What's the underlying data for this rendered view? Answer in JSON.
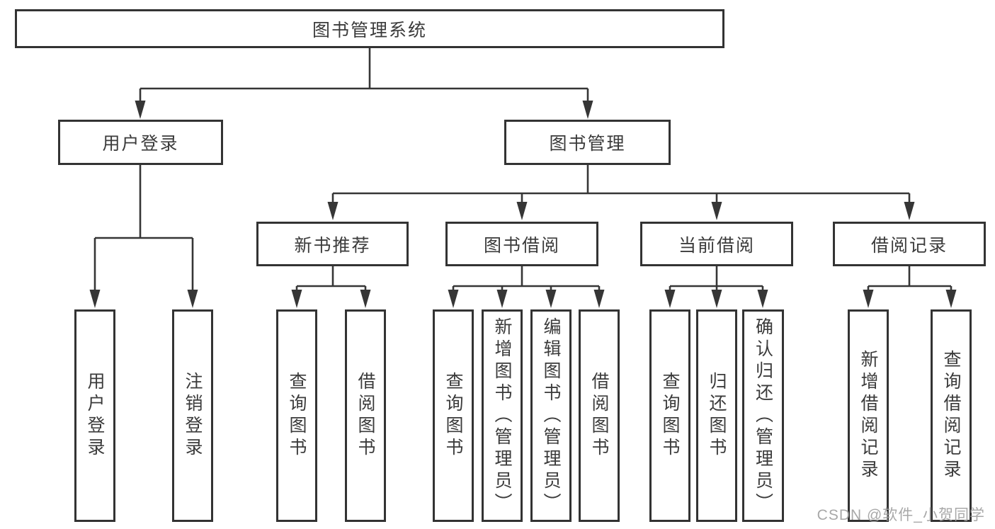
{
  "diagram": {
    "title": "图书管理系统",
    "tree": {
      "root": {
        "label": "图书管理系统",
        "children": [
          {
            "label": "用户登录",
            "children": [
              {
                "label": "用户登录"
              },
              {
                "label": "注销登录"
              }
            ]
          },
          {
            "label": "图书管理",
            "children": [
              {
                "label": "新书推荐",
                "children": [
                  {
                    "label": "查询图书"
                  },
                  {
                    "label": "借阅图书"
                  }
                ]
              },
              {
                "label": "图书借阅",
                "children": [
                  {
                    "label": "查询图书"
                  },
                  {
                    "label": "新增图书（管理员）"
                  },
                  {
                    "label": "编辑图书（管理员）"
                  },
                  {
                    "label": "借阅图书"
                  }
                ]
              },
              {
                "label": "当前借阅",
                "children": [
                  {
                    "label": "查询图书"
                  },
                  {
                    "label": "归还图书"
                  },
                  {
                    "label": "确认归还（管理员）"
                  }
                ]
              },
              {
                "label": "借阅记录",
                "children": [
                  {
                    "label": "新增借阅记录"
                  },
                  {
                    "label": "查询借阅记录"
                  }
                ]
              }
            ]
          }
        ]
      }
    }
  },
  "watermark": {
    "text": "CSDN @软件_小贺同学"
  },
  "colors": {
    "line": "#363636",
    "border": "#333333",
    "text": "#3b3b3b",
    "watermark": "#9e9e9e",
    "background": "#ffffff"
  }
}
